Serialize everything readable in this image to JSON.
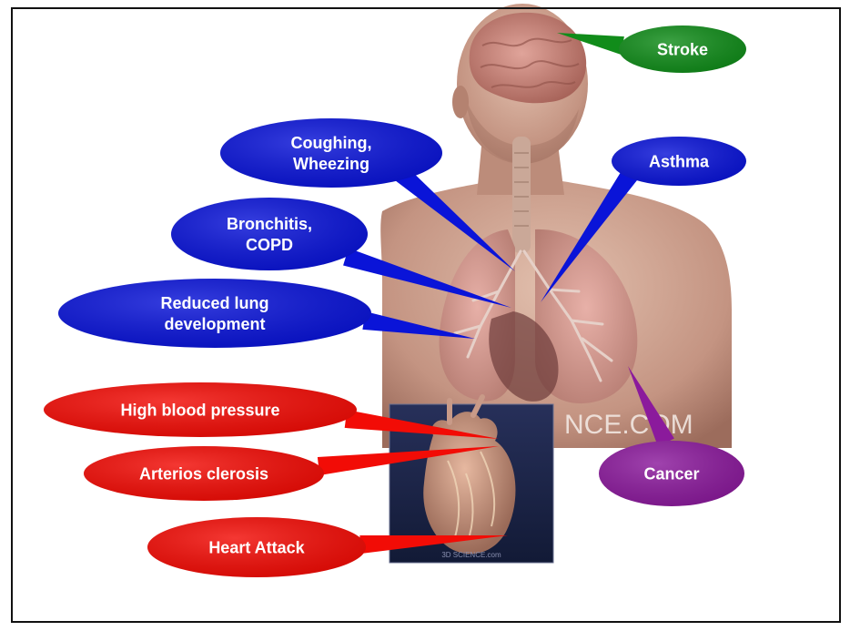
{
  "colors": {
    "blue": "#0a14d8",
    "red": "#f20c06",
    "green": "#118c1a",
    "purple": "#8b1a9c",
    "skin": "#c79a86",
    "heart_panel": "#1c2446"
  },
  "figure": {
    "watermark": "NCE.COM",
    "heart_inset_caption": "3D SCIENCE.com"
  },
  "callouts": {
    "stroke": {
      "lines": [
        "Stroke"
      ],
      "color_key": "green"
    },
    "coughing": {
      "lines": [
        "Coughing,",
        "Wheezing"
      ],
      "color_key": "blue"
    },
    "asthma": {
      "lines": [
        "Asthma"
      ],
      "color_key": "blue"
    },
    "bronchitis": {
      "lines": [
        "Bronchitis,",
        "COPD"
      ],
      "color_key": "blue"
    },
    "reduced_lung": {
      "lines": [
        "Reduced lung",
        "development"
      ],
      "color_key": "blue"
    },
    "high_bp": {
      "lines": [
        "High blood pressure"
      ],
      "color_key": "red"
    },
    "arterio": {
      "lines": [
        "Arterios clerosis"
      ],
      "color_key": "red"
    },
    "cancer": {
      "lines": [
        "Cancer"
      ],
      "color_key": "purple"
    },
    "heart_attack": {
      "lines": [
        "Heart Attack"
      ],
      "color_key": "red"
    }
  }
}
